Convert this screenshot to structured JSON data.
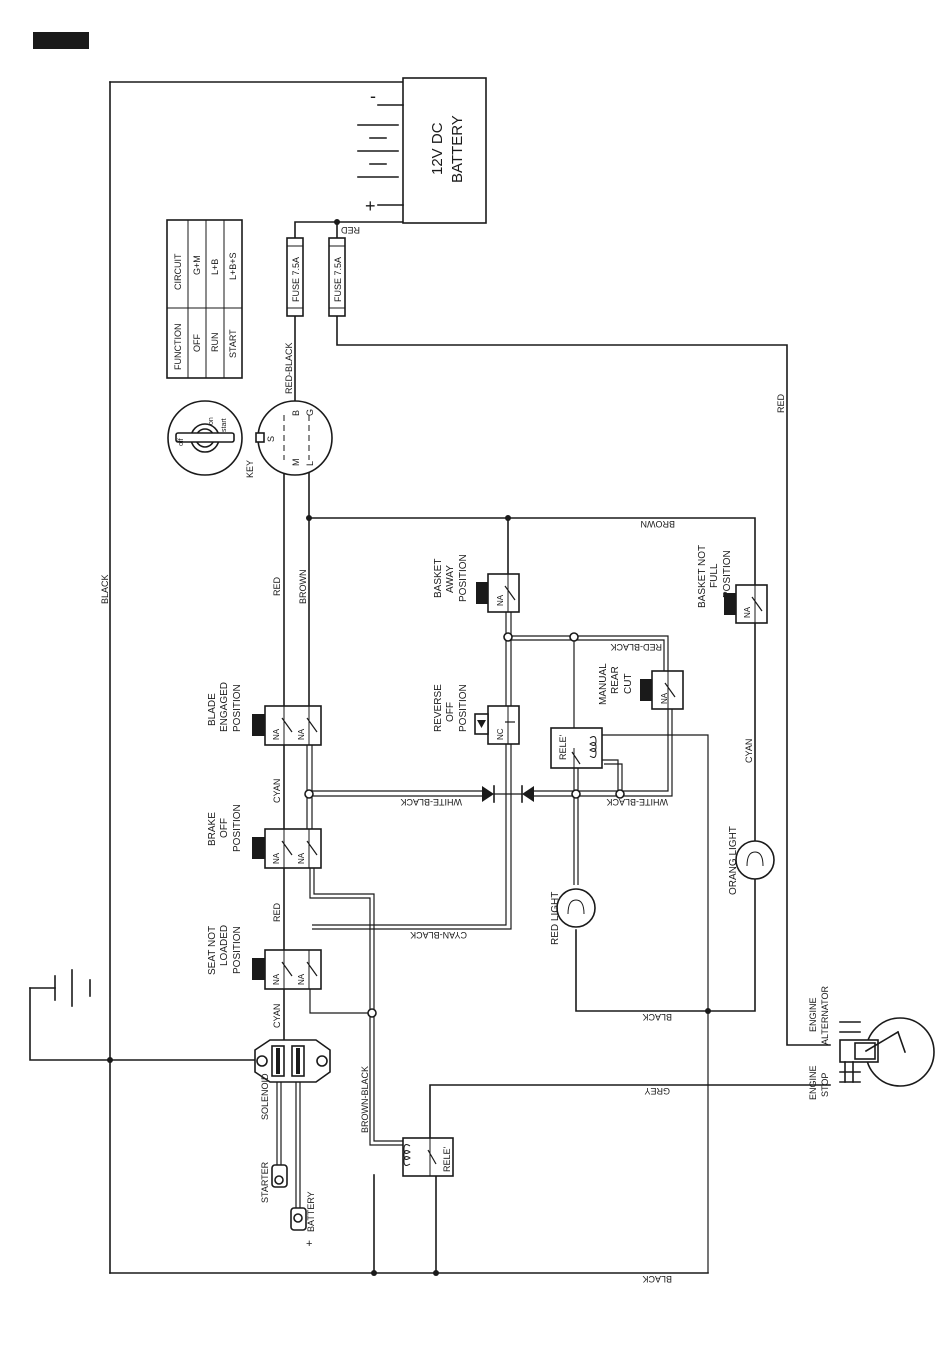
{
  "battery": {
    "line1": "12V  DC",
    "line2": "BATTERY",
    "minus": "-",
    "plus": "+"
  },
  "fuses": {
    "left": "FUSE 7.5A",
    "right": "FUSE 7.5A"
  },
  "key_table": {
    "headers": [
      "FUNCTION",
      "CIRCUIT"
    ],
    "rows": [
      [
        "OFF",
        "G+M"
      ],
      [
        "RUN",
        "L+B"
      ],
      [
        "START",
        "L+B+S"
      ]
    ]
  },
  "key_switch": {
    "label": "KEY",
    "dial_off": "off",
    "dial_on": "on",
    "dial_start": "start",
    "terminals": {
      "s": "S",
      "m": "M",
      "l": "L",
      "b": "B",
      "g": "G"
    }
  },
  "switches": {
    "blade": {
      "name": [
        "BLADE",
        "ENGAGED",
        "POSITION"
      ],
      "contacts": [
        "NA",
        "NA"
      ]
    },
    "brake": {
      "name": [
        "BRAKE",
        "OFF",
        "POSITION"
      ],
      "contacts": [
        "NA",
        "NA"
      ]
    },
    "seat": {
      "name": [
        "SEAT  NOT",
        "LOADED",
        "POSITION"
      ],
      "contacts": [
        "NA",
        "NA"
      ]
    },
    "basket_away": {
      "name": [
        "BASKET",
        "AWAY",
        "POSITION"
      ],
      "contact": "NA"
    },
    "reverse": {
      "name": [
        "REVERSE",
        "OFF",
        "POSITION"
      ],
      "contact": "NC"
    },
    "manual_rear": {
      "name": [
        "MANUAL",
        "REAR",
        "CUT"
      ],
      "contact": "NA"
    },
    "basket_full": {
      "name": [
        "BASKET  NOT",
        "FULL",
        "POSITION"
      ],
      "contact": "NA"
    }
  },
  "relays": {
    "upper": "RELE'",
    "lower": "RELE'"
  },
  "lights": {
    "red": "RED  LIGHT",
    "orange": "ORANG  LIGHT"
  },
  "solenoid": {
    "label": "SOLENOID",
    "starter": "STARTER",
    "battery": "BATTERY",
    "plus": "+"
  },
  "engine": {
    "alternator": [
      "ENGINE",
      "ALTERNATOR"
    ],
    "stop": [
      "ENGINE",
      "STOP"
    ]
  },
  "wires": {
    "black_left": "BLACK",
    "red_top": "RED",
    "red_black_top": "RED-BLACK",
    "red_right": "RED",
    "red_key": "RED",
    "brown_key": "BROWN",
    "brown_top": "BROWN",
    "cyan_blade": "CYAN",
    "white_black_left": "WHITE-BLACK",
    "white_black_right": "WHITE-BLACK",
    "red_black_manual": "RED-BLACK",
    "cyan_right": "CYAN",
    "red_seat": "RED",
    "cyan_black": "CYAN-BLACK",
    "cyan_seat": "CYAN",
    "black_mid": "BLACK",
    "brown_black": "BROWN-BLACK",
    "grey": "GREY",
    "black_bottom": "BLACK"
  }
}
